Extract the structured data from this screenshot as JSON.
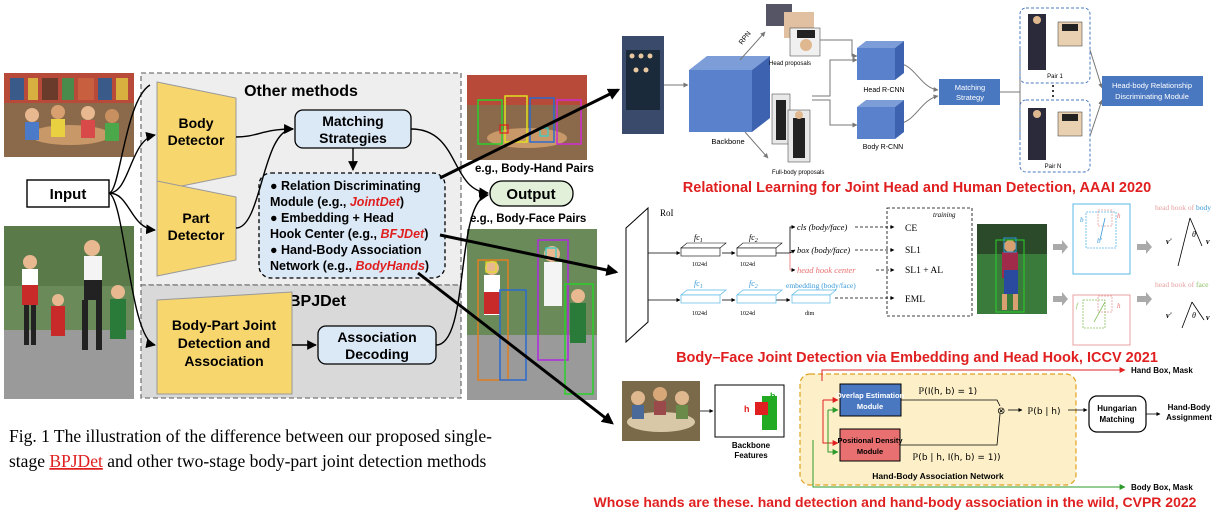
{
  "left": {
    "input_label": "Input",
    "output_label": "Output",
    "other_methods_title": "Other methods",
    "our_title": "Our BPJDet",
    "body_detector": [
      "Body",
      "Detector"
    ],
    "part_detector": [
      "Part",
      "Detector"
    ],
    "matching": [
      "Matching",
      "Strategies"
    ],
    "joint_block": [
      "Body-Part Joint",
      "Detection and",
      "Association"
    ],
    "assoc_decoding": [
      "Association",
      "Decoding"
    ],
    "methods_list": {
      "line1": "● Relation Discriminating",
      "line2_pre": "Module (e.g., ",
      "line2_em": "JointDet",
      "line2_post": ")",
      "line3": "● Embedding + Head",
      "line4_pre": "Hook Center (e.g., ",
      "line4_em": "BFJDet",
      "line4_post": ")",
      "line5": "● Hand-Body Association",
      "line6_pre": "Network (e.g., ",
      "line6_em": "BodyHands",
      "line6_post": ")"
    },
    "pairs_hand": "e.g., Body-Hand Pairs",
    "pairs_face": "e.g., Body-Face Pairs",
    "caption_line1": "Fig. 1 The illustration of the difference between our proposed single-",
    "caption_line2_pre": "stage ",
    "caption_line2_em": "BPJDet",
    "caption_line2_post": " and other two-stage body-part joint detection methods"
  },
  "panel1": {
    "rpn": "RPN",
    "head_proposals": "Head proposals",
    "fullbody_proposals": "Full-body proposals",
    "backbone": "Backbone",
    "head_rcnn": "Head R-CNN",
    "body_rcnn": "Body R-CNN",
    "matching": [
      "Matching",
      "Strategy"
    ],
    "pair1": "Pair 1",
    "pairn": "Pair N",
    "relationship": [
      "Head-body Relationship",
      "Discriminating Module"
    ],
    "title": "Relational Learning for Joint Head and Human Detection, AAAI 2020"
  },
  "panel2": {
    "roi": "RoI",
    "fc1": "fc",
    "fc1_sub": "1",
    "fc2": "fc",
    "fc2_sub": "2",
    "dim1024": "1024d",
    "dim": "dim",
    "cls": "cls (body/face)",
    "box": "box (body/face)",
    "hhc": "head hook center",
    "emb": "embedding (body/face)",
    "ce": "CE",
    "sl1": "SL1",
    "sl1al": "SL1 + AL",
    "eml": "EML",
    "training": "training",
    "hook_body_pre": "head hook of ",
    "hook_body_em": "body",
    "hook_face_pre": "head hook of ",
    "hook_face_em": "face",
    "title": "Body–Face Joint Detection via Embedding and Head Hook, ICCV 2021"
  },
  "panel3": {
    "backbone": [
      "Backbone",
      "Features"
    ],
    "h": "h",
    "bb": "b",
    "overlap": [
      "Overlap Estimation",
      "Module"
    ],
    "positional": [
      "Positional Density",
      "Module"
    ],
    "p1": "ℙ(I(h, b) = 1)",
    "p2": "ℙ(b | h, I(h, b) = 1))",
    "pbh": "ℙ(b | h)",
    "otimes": "⊗",
    "hungarian": [
      "Hungarian",
      "Matching"
    ],
    "assignment": [
      "Hand-Body",
      "Assignment"
    ],
    "network": "Hand-Body Association Network",
    "hand_box": "Hand Box, Mask",
    "body_box": "Body Box, Mask",
    "title": "Whose hands are these. hand detection and hand-body association in the wild, CVPR 2022"
  },
  "colors": {
    "red_title": "#e02020",
    "blue_box": "#4a78c0",
    "yellow": "#f7d66e",
    "light_blue": "#dbe8f6",
    "gray_panel": "#e4e4e4"
  }
}
